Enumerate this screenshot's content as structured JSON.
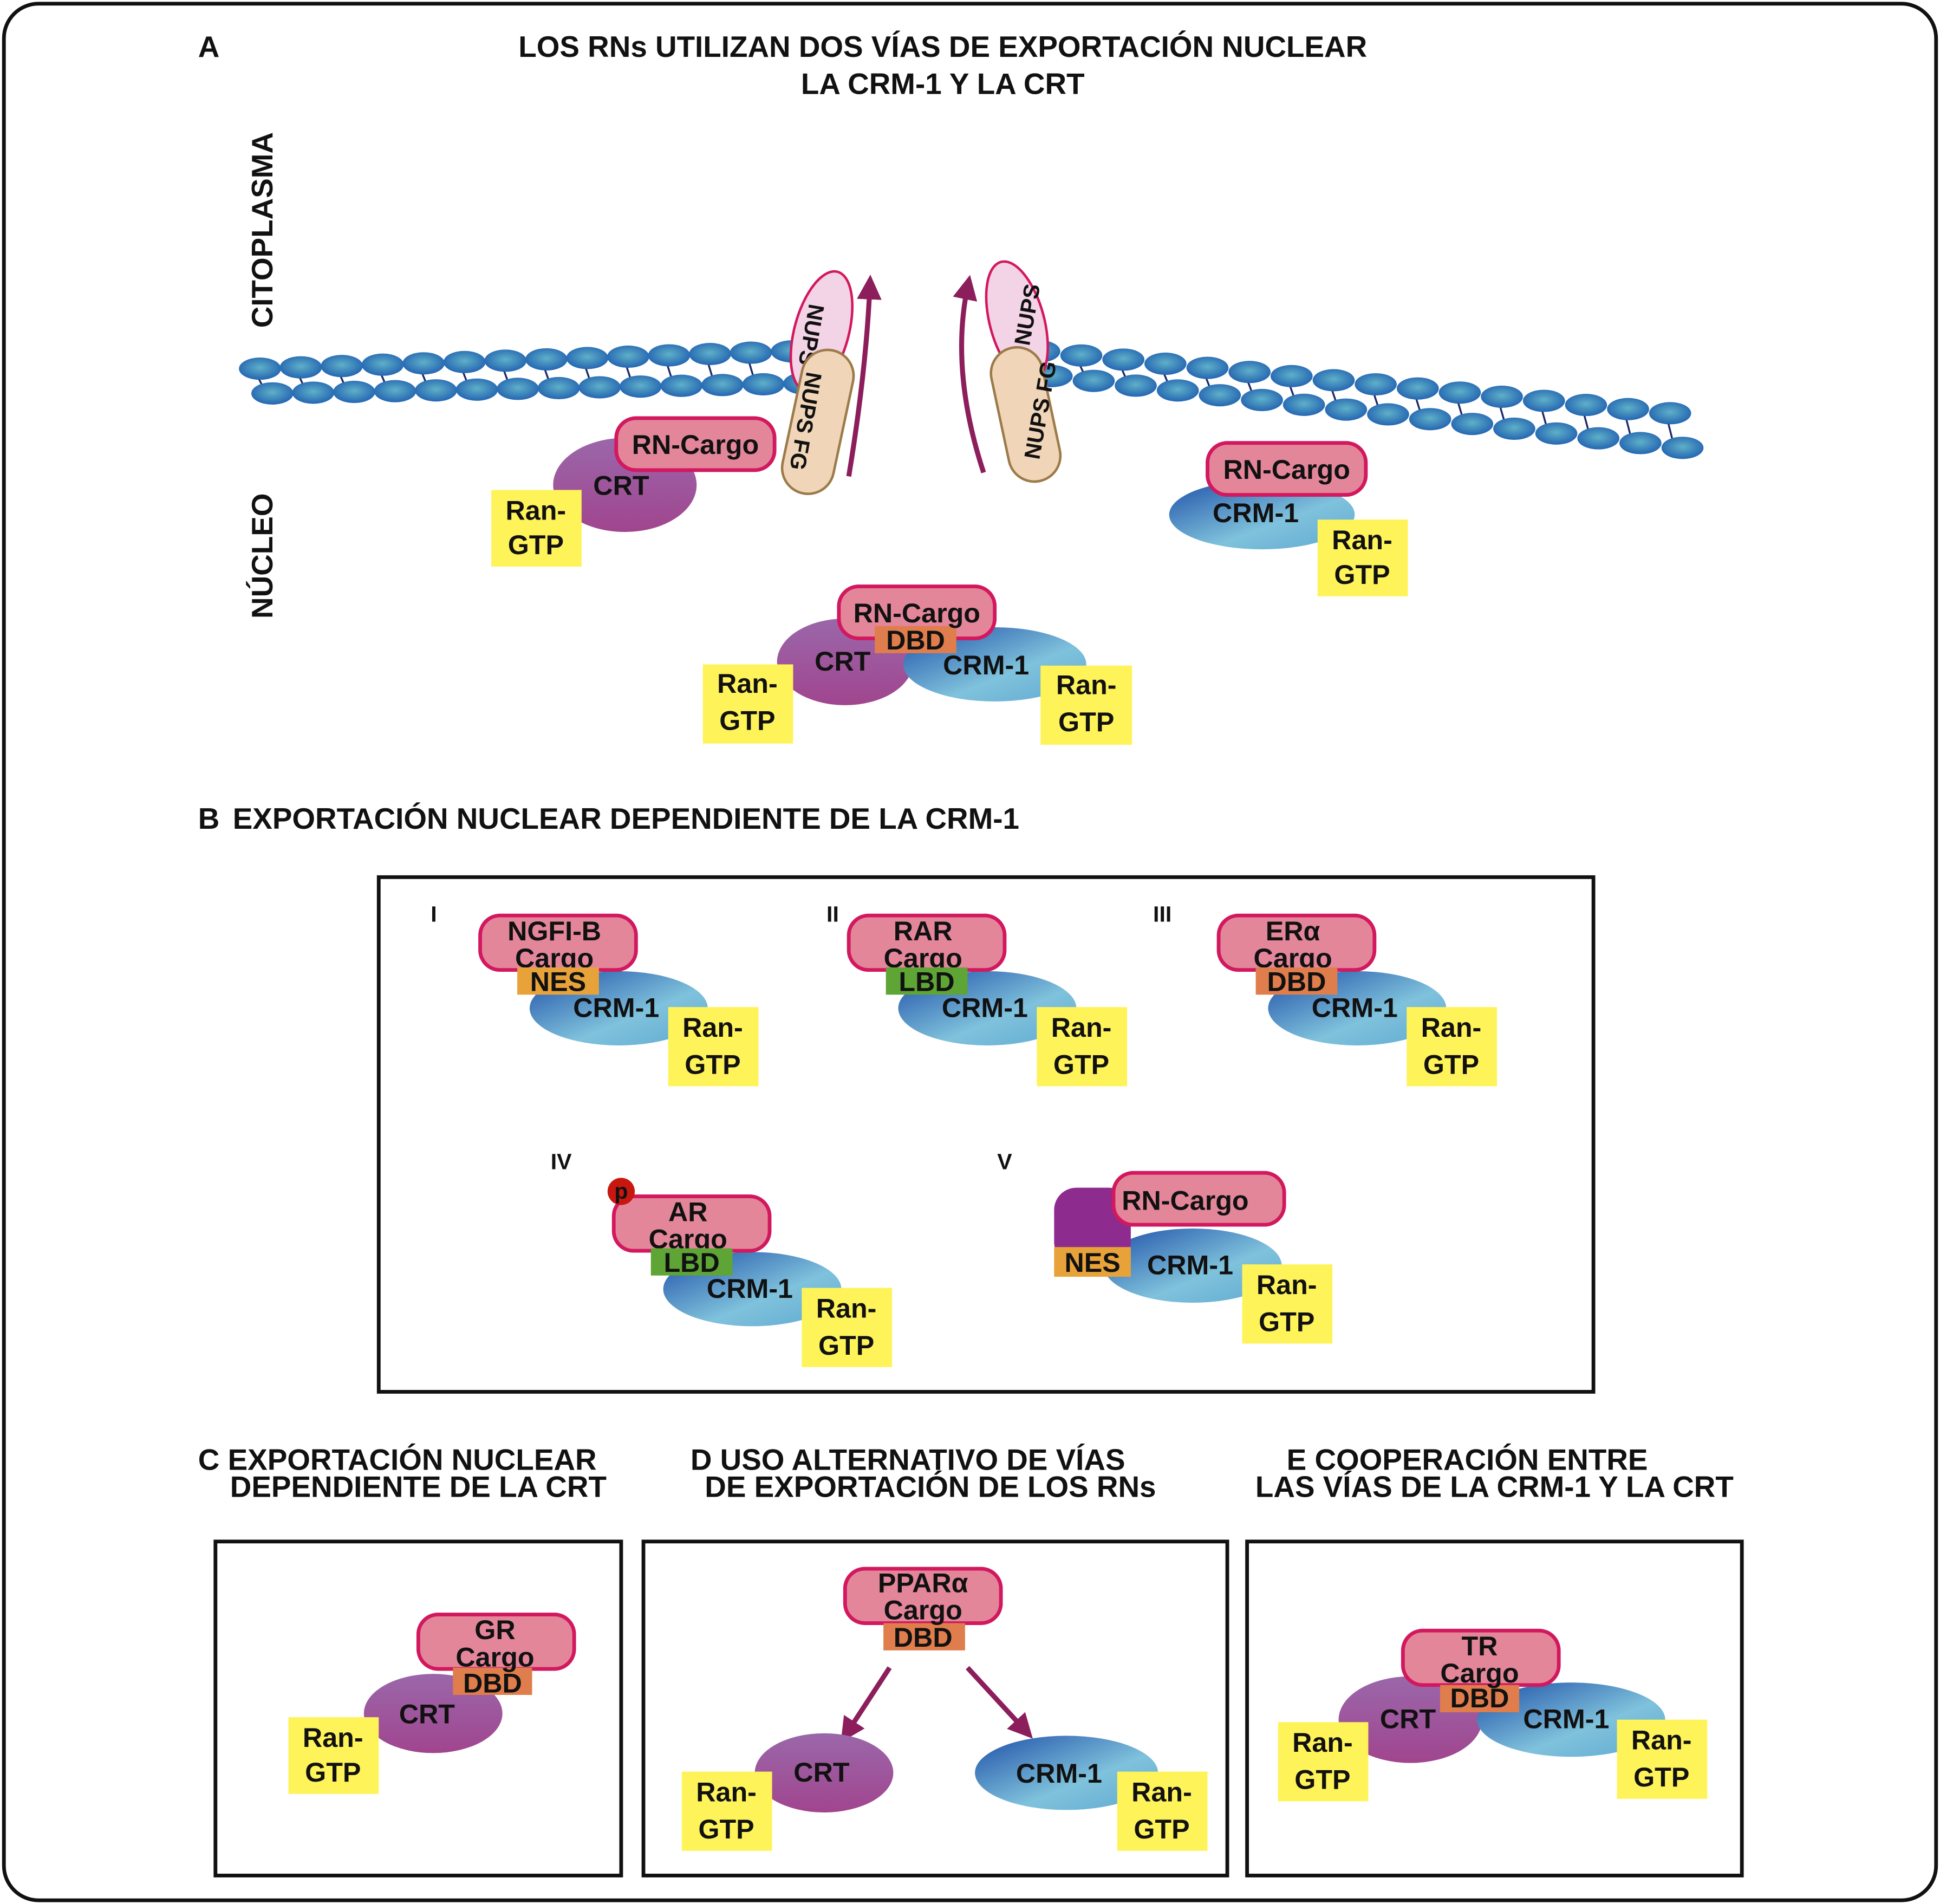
{
  "panel_a": {
    "letter": "A",
    "title_line1": "LOS RNs UTILIZAN DOS VÍAS  DE EXPORTACIÓN NUCLEAR",
    "title_line2": "LA CRM-1 Y LA CRT",
    "side_top": "CITOPLASMA",
    "side_bottom": "NÚCLEO",
    "nups": "NUPS",
    "nups_fg": "NUPS FG",
    "left_complex": {
      "cargo": "RN-Cargo",
      "exporter": "CRT",
      "ran1": "Ran-",
      "ran2": "GTP"
    },
    "right_complex": {
      "cargo": "RN-Cargo",
      "exporter": "CRM-1",
      "ran1": "Ran-",
      "ran2": "GTP"
    },
    "center_complex": {
      "cargo": "RN-Cargo",
      "domain": "DBD",
      "exporter_a": "CRT",
      "exporter_b": "CRM-1",
      "ran1": "Ran-",
      "ran2": "GTP"
    }
  },
  "panel_b": {
    "letter": "B",
    "title": "EXPORTACIÓN NUCLEAR  DEPENDIENTE DE LA CRM-1",
    "items": [
      {
        "num": "I",
        "cargo1": "NGFI-B",
        "cargo2": "Cargo",
        "domain": "NES",
        "exporter": "CRM-1",
        "ran1": "Ran-",
        "ran2": "GTP"
      },
      {
        "num": "II",
        "cargo1": "RAR",
        "cargo2": "Cargo",
        "domain": "LBD",
        "exporter": "CRM-1",
        "ran1": "Ran-",
        "ran2": "GTP"
      },
      {
        "num": "III",
        "cargo1": "ERα",
        "cargo2": "Cargo",
        "domain": "DBD",
        "exporter": "CRM-1",
        "ran1": "Ran-",
        "ran2": "GTP"
      },
      {
        "num": "IV",
        "phospho": "p",
        "cargo1": "AR",
        "cargo2": "Cargo",
        "domain": "LBD",
        "exporter": "CRM-1",
        "ran1": "Ran-",
        "ran2": "GTP"
      },
      {
        "num": "V",
        "cargo1": "RN-Cargo",
        "domain": "NES",
        "exporter": "CRM-1",
        "ran1": "Ran-",
        "ran2": "GTP"
      }
    ]
  },
  "panel_c": {
    "title_line1": "C   EXPORTACIÓN NUCLEAR",
    "title_line2": "DEPENDIENTE DE LA CRT",
    "cargo1": "GR",
    "cargo2": "Cargo",
    "domain": "DBD",
    "exporter": "CRT",
    "ran1": "Ran-",
    "ran2": "GTP"
  },
  "panel_d": {
    "title_line1": "D   USO ALTERNATIVO DE VÍAS",
    "title_line2": "DE EXPORTACIÓN DE LOS RNs",
    "cargo1": "PPARα",
    "cargo2": "Cargo",
    "domain": "DBD",
    "exporter_a": "CRT",
    "exporter_b": "CRM-1",
    "ran1": "Ran-",
    "ran2": "GTP"
  },
  "panel_e": {
    "title_line1": "E    COOPERACIÓN ENTRE",
    "title_line2": "LAS VÍAS DE LA CRM-1 Y LA CRT",
    "cargo1": "TR",
    "cargo2": "Cargo",
    "domain": "DBD",
    "exporter_a": "CRT",
    "exporter_b": "CRM-1",
    "ran1": "Ran-",
    "ran2": "GTP"
  },
  "colors": {
    "cargo_fill": "#e3869a",
    "cargo_stroke": "#d2185e",
    "crt": "#9a4f9c",
    "crm1_dark": "#2c58b0",
    "crm1_light": "#8fcbe0",
    "ran": "#fff35a",
    "nes": "#e8a23a",
    "lbd": "#5ea536",
    "dbd": "#e07d4c",
    "membrane": "#2f7fc4",
    "arrow": "#8c1e5c",
    "nups": "#f3d3e6",
    "nups_fg": "#f0d5b8"
  }
}
